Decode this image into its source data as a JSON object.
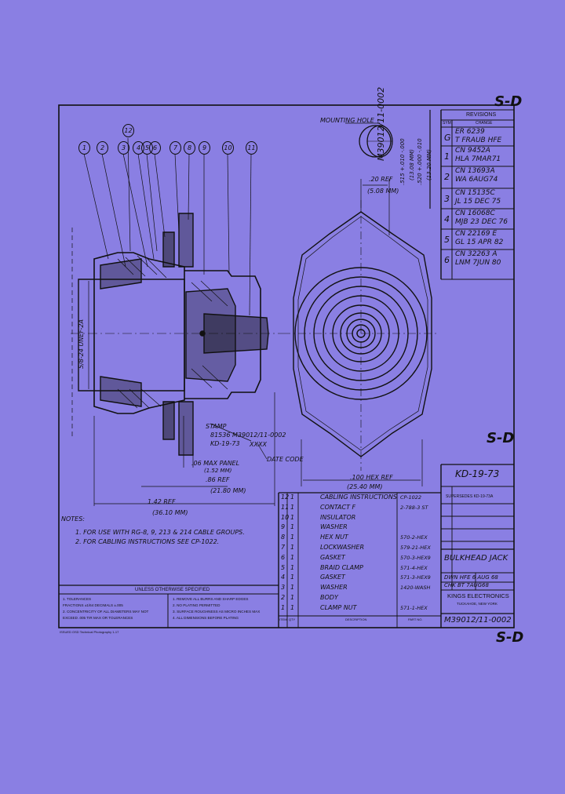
{
  "sheet_code": "S-D",
  "revisions": {
    "header": "REVISIONS",
    "col_sym": "SYM",
    "col_change": "CHANGE",
    "rows": [
      {
        "sym": "G",
        "line1": "ER 6239",
        "line2": "T FRAUB HFE"
      },
      {
        "sym": "1",
        "line1": "CN 9452A",
        "line2": "HLA 7MAR71"
      },
      {
        "sym": "2",
        "line1": "CN 13693A",
        "line2": "WA 6AUG74"
      },
      {
        "sym": "3",
        "line1": "CN 15135C",
        "line2": "JL 15 DEC 75"
      },
      {
        "sym": "4",
        "line1": "CN 16068C",
        "line2": "MJB 23 DEC 76"
      },
      {
        "sym": "5",
        "line1": "CN 22169 E",
        "line2": "GL 15 APR 82"
      },
      {
        "sym": "6",
        "line1": "CN 32263 A",
        "line2": "LNM 7JUN 80"
      }
    ]
  },
  "side_stamp": "M39012/11-0002",
  "mounting_hole_label": "MOUNTING HOLE",
  "dims": {
    "hole_flat": ".515 +.010 -.000",
    "hole_flat_mm": "(13.08 MM)",
    "hole_dia": ".520 +.000 -.010",
    "hole_dia_mm": "(13.20 MM)",
    "ref_20": ".20 REF",
    "ref_20_mm": "(5.08 MM)",
    "thread": "5/8-24 UNEF-2A",
    "panel": ".06 MAX PANEL",
    "panel_mm": "(1.52 MM)",
    "ref_86": ".86 REF",
    "ref_86_mm": "(21.80 MM)",
    "ref_142": "1.42 REF",
    "ref_142_mm": "(36.10 MM)",
    "hex": ".100 HEX REF",
    "hex_mm": "(25.40 MM)"
  },
  "stamp": {
    "label": "STAMP",
    "line1": "81536 M39012/11-0002",
    "line2": "KD-19-73",
    "date_code": "DATE CODE",
    "xxx": "XXXX"
  },
  "balloons": [
    "1",
    "2",
    "3",
    "4",
    "5",
    "6",
    "7",
    "8",
    "9",
    "10",
    "11",
    "12"
  ],
  "notes": {
    "header": "NOTES:",
    "n1": "1. FOR USE WITH RG-8, 9, 213 & 214 CABLE GROUPS.",
    "n2": "2. FOR CABLING INSTRUCTIONS SEE CP-1022."
  },
  "tolerance_block": {
    "header": "UNLESS OTHERWISE SPECIFIED",
    "left": [
      "1. TOLERANCES",
      "FRACTIONS ±1/64  DECIMALS ±.005",
      "2. CONCENTRICITY OF ALL DIAMETERS MAY NOT",
      "EXCEED .005 TIR MAX OR TOLERANCES"
    ],
    "right": [
      "1. REMOVE ALL BURRS AND SHARP EDGES",
      "2. NO PLATING PERMITTED",
      "3. SURFACE ROUGHNESS AS MICRO INCHES MAX",
      "4. ALL DIMENSIONS BEFORE PLATING"
    ],
    "footer": "ISSUED    OSD  Technical Photography  1-17"
  },
  "drawing_no_box": "KD-19-73",
  "supersedes": "SUPERSEDES KD-19-73A",
  "bom": {
    "col_item": "ITEM",
    "col_qty": "QTY",
    "col_desc": "DESCRIPTION",
    "col_part": "PART NO.",
    "rows": [
      {
        "item": "12",
        "qty": "1",
        "desc": "CABLING INSTRUCTIONS",
        "part": "CP-1022"
      },
      {
        "item": "11",
        "qty": "1",
        "desc": "CONTACT F",
        "part": "2-788-3 ST"
      },
      {
        "item": "10",
        "qty": "1",
        "desc": "INSULATOR",
        "part": ""
      },
      {
        "item": "9",
        "qty": "1",
        "desc": "WASHER",
        "part": ""
      },
      {
        "item": "8",
        "qty": "1",
        "desc": "HEX NUT",
        "part": "570-2-HEX"
      },
      {
        "item": "7",
        "qty": "1",
        "desc": "LOCKWASHER",
        "part": "579-21-HEX"
      },
      {
        "item": "6",
        "qty": "1",
        "desc": "GASKET",
        "part": "570-3-HEX9"
      },
      {
        "item": "5",
        "qty": "1",
        "desc": "BRAID CLAMP",
        "part": "571-4-HEX"
      },
      {
        "item": "4",
        "qty": "1",
        "desc": "GASKET",
        "part": "571-3-HEX9"
      },
      {
        "item": "3",
        "qty": "1",
        "desc": "WASHER",
        "part": "1420-WASH"
      },
      {
        "item": "2",
        "qty": "1",
        "desc": "BODY",
        "part": ""
      },
      {
        "item": "1",
        "qty": "1",
        "desc": "CLAMP NUT",
        "part": "571-1-HEX"
      }
    ]
  },
  "title_block": {
    "title": "BULKHEAD JACK",
    "dwn": "DWN  HFE  6 AUG 68",
    "chk": "CHK  BT   7AUG68",
    "company": "KINGS ELECTRONICS",
    "city": "TUCKAHOE, NEW YORK",
    "dwg_no": "M39012/11-0002"
  },
  "colors": {
    "paper": "#8a7fe3",
    "ink": "#111111"
  }
}
